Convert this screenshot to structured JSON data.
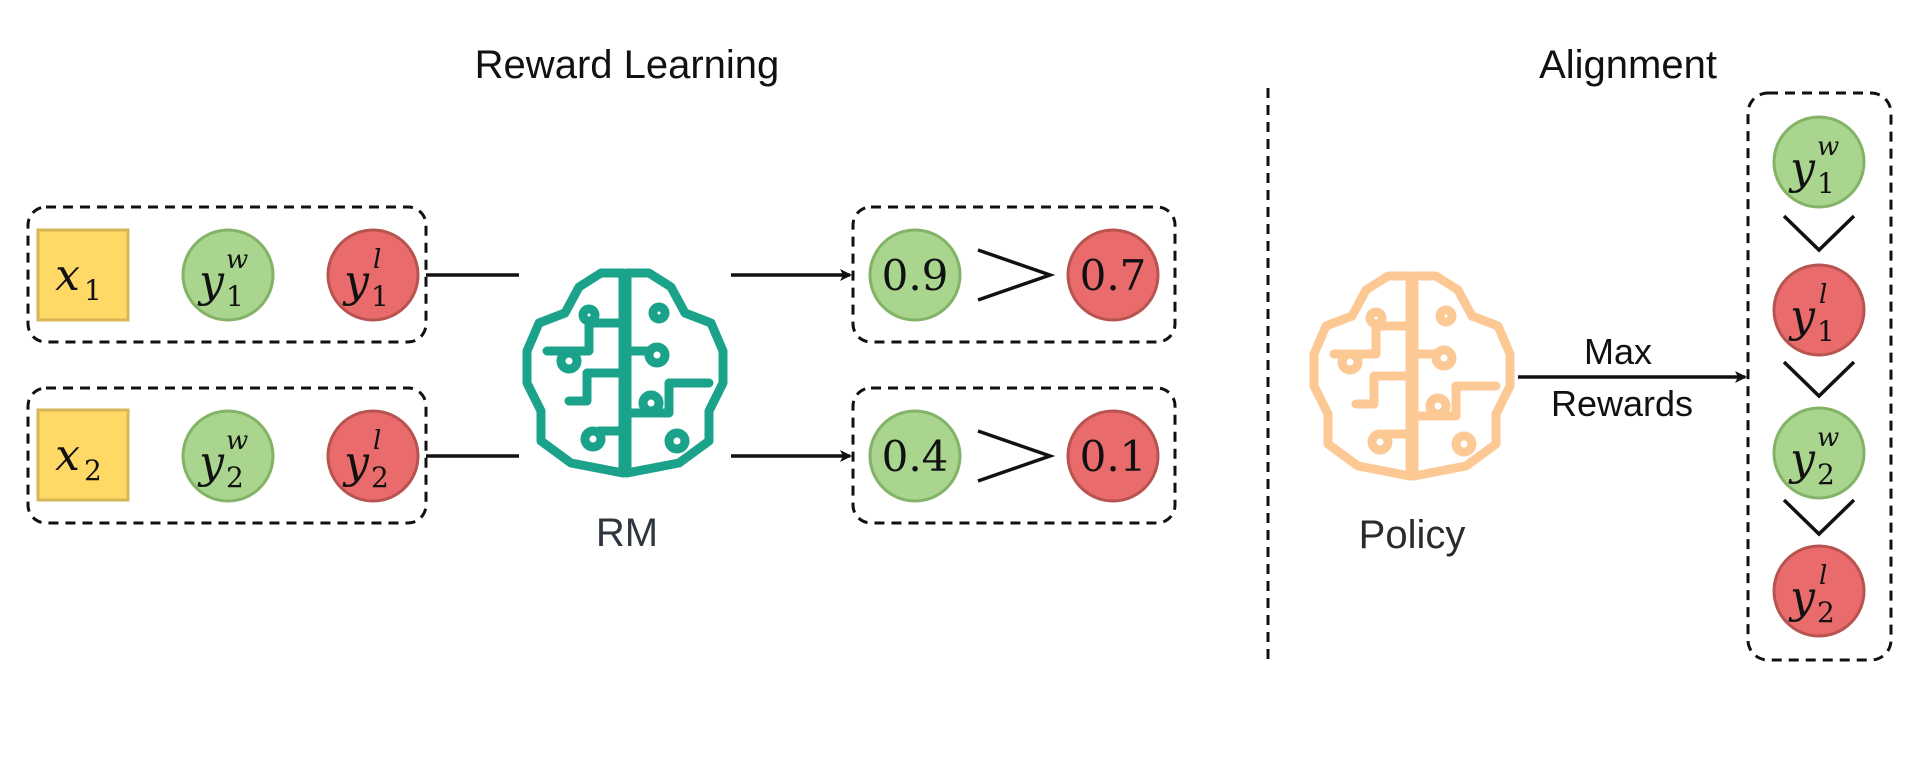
{
  "sections": {
    "left_title": "Reward Learning",
    "right_title": "Alignment"
  },
  "labels": {
    "rm": "RM",
    "policy": "Policy",
    "edge_line1": "Max",
    "edge_line2": "Rewards"
  },
  "pairs": [
    {
      "prompt": "x",
      "prompt_sub": "1",
      "win": "y",
      "win_sub": "1",
      "win_sup": "w",
      "lose": "y",
      "lose_sub": "1",
      "lose_sup": "l",
      "score_win": "0.9",
      "score_lose": "0.7"
    },
    {
      "prompt": "x",
      "prompt_sub": "2",
      "win": "y",
      "win_sub": "2",
      "win_sup": "w",
      "lose": "y",
      "lose_sub": "2",
      "lose_sup": "l",
      "score_win": "0.4",
      "score_lose": "0.1"
    }
  ],
  "ranking": [
    {
      "sym": "y",
      "sub": "1",
      "sup": "w"
    },
    {
      "sym": "y",
      "sub": "1",
      "sup": "l"
    },
    {
      "sym": "y",
      "sub": "2",
      "sup": "w"
    },
    {
      "sym": "y",
      "sub": "2",
      "sup": "l"
    }
  ],
  "colors": {
    "rm_brain": "#1aa38a",
    "policy_brain": "#fcc994",
    "win_fill": "#a9d58f",
    "lose_fill": "#ea6b6b",
    "prompt_fill": "#ffd966"
  },
  "icons": {
    "rm": "circuit-brain-icon",
    "policy": "circuit-brain-icon"
  }
}
